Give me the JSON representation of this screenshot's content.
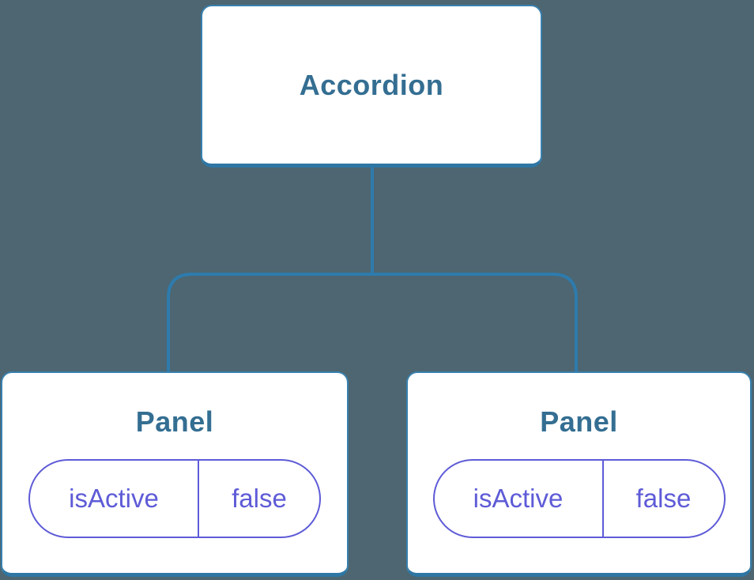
{
  "diagram": {
    "type": "component-tree",
    "root": {
      "label": "Accordion"
    },
    "children": [
      {
        "label": "Panel",
        "state": {
          "key": "isActive",
          "value": "false"
        }
      },
      {
        "label": "Panel",
        "state": {
          "key": "isActive",
          "value": "false"
        }
      }
    ]
  },
  "colors": {
    "background": "#4D6671",
    "connector": "#2E7BAD",
    "node_border": "#3880AE",
    "node_border_bottom": "#2E76A4",
    "node_background": "#ffffff",
    "label_text": "#346E92",
    "state_pill": "#5E5BD7"
  }
}
